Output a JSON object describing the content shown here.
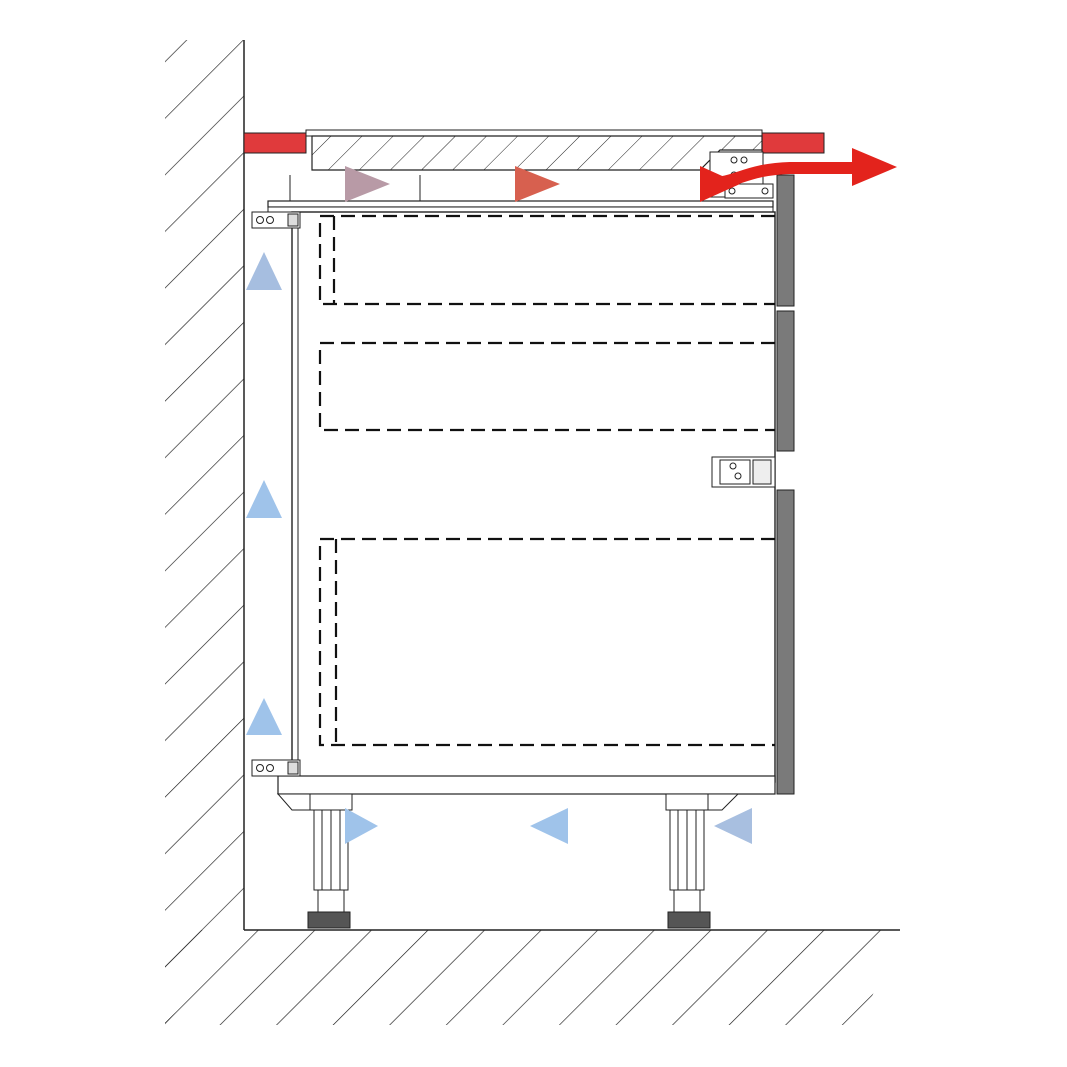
{
  "diagram": {
    "kind": "under-counter cabinet ventilation airflow section",
    "text_labels": [],
    "airflow": {
      "intake": {
        "direction": "left",
        "color_start": "#b8c3d6",
        "color_end": "#9fc3ea"
      },
      "riser": {
        "direction": "up",
        "color": "#9fc3ea"
      },
      "exhaust": {
        "direction": "right",
        "color_start": "#b8c3d6",
        "color_end": "#e3231c"
      }
    },
    "colors": {
      "cool_air": "#9fc3ea",
      "warm_air": "#e3231c",
      "countertop_edge": "#e03a3c",
      "front_panel": "#7a7a7a",
      "hatch": "#1a1a1a",
      "line": "#222222"
    },
    "cabinet": {
      "drawers": 3,
      "front_panels": 3,
      "legs": 2,
      "wall_brackets": 2
    }
  }
}
